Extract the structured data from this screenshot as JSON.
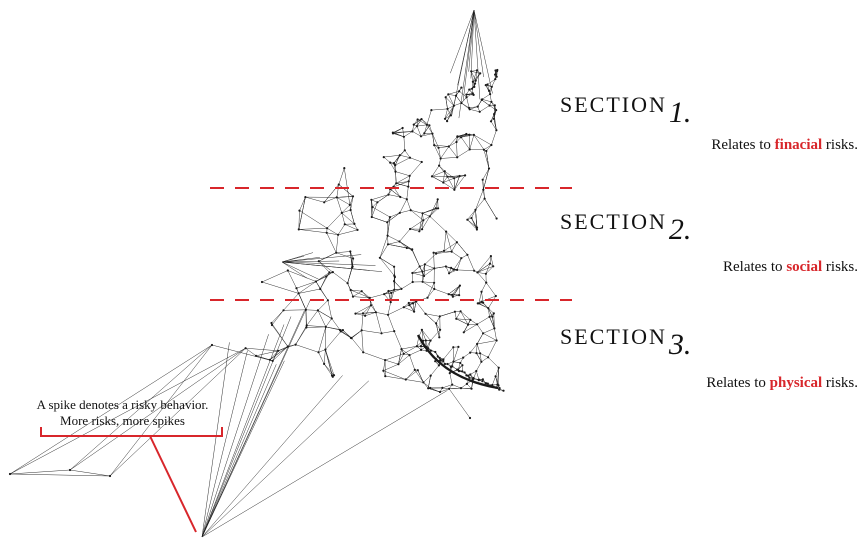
{
  "sections": [
    {
      "label": "SECTION",
      "number": "1.",
      "caption_pre": "Relates to ",
      "caption_highlight": "finacial",
      "caption_post": " risks."
    },
    {
      "label": "SECTION",
      "number": "2.",
      "caption_pre": "Relates to ",
      "caption_highlight": "social",
      "caption_post": " risks."
    },
    {
      "label": "SECTION",
      "number": "3.",
      "caption_pre": "Relates to ",
      "caption_highlight": "physical",
      "caption_post": " risks."
    }
  ],
  "annotation": {
    "line1": "A spike denotes a risky behavior.",
    "line2": "More risks, more spikes"
  },
  "colors": {
    "accent": "#d8262b",
    "mesh": "#1a1a1a"
  }
}
